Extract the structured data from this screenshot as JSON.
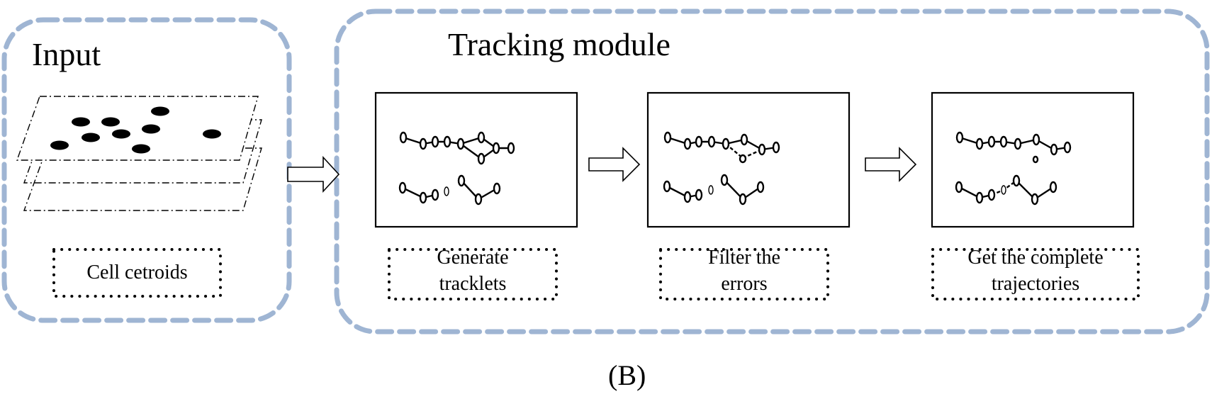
{
  "input_panel": {
    "title": "Input",
    "caption": "Cell cetroids"
  },
  "tracking_panel": {
    "title": "Tracking module",
    "steps": [
      {
        "caption_line1": "Generate",
        "caption_line2": "tracklets"
      },
      {
        "caption_line1": "Filter the",
        "caption_line2": "errors"
      },
      {
        "caption_line1": "Get the complete",
        "caption_line2": "trajectories"
      }
    ]
  },
  "figure_label": "(B)",
  "colors": {
    "container_dash": "#9fb5d3",
    "ink": "#000000",
    "background": "#ffffff"
  },
  "icons": {
    "flow_arrow": "hollow-right-arrow-icon",
    "cell_layers": "stacked-frames-icon"
  }
}
